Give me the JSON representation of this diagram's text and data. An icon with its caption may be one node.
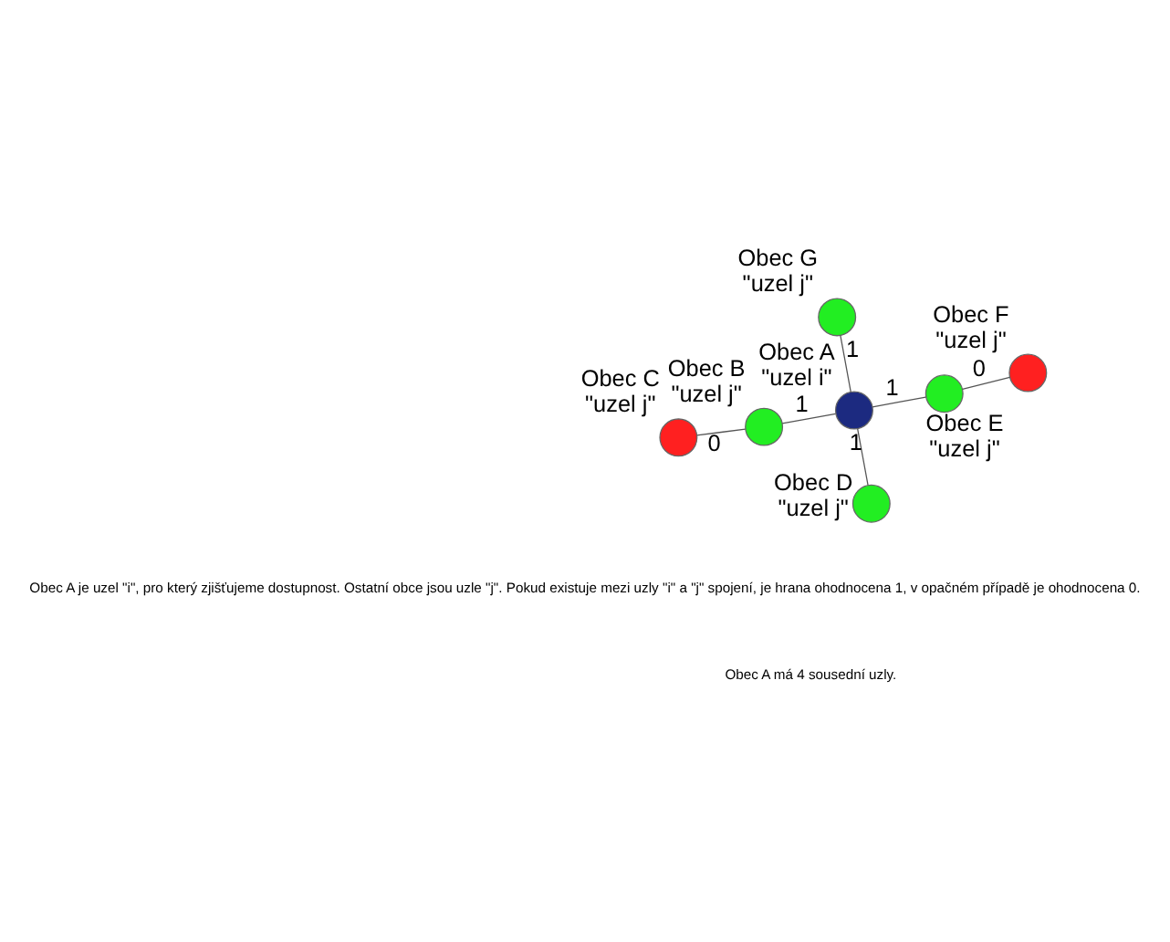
{
  "diagram": {
    "nodes": [
      {
        "text": [],
        "shape": "circle",
        "beside": [
          "Obec F",
          "\"uzel j\""
        ]
      },
      {
        "text": [],
        "shape": "circle",
        "beside": [
          "Obec E",
          "\"uzel j\""
        ]
      },
      {
        "text": [],
        "shape": "circle",
        "beside": [
          "Obec D",
          "\"uzel j\""
        ]
      },
      {
        "text": [],
        "shape": "circle",
        "beside": [
          "Obec C",
          "\"uzel j\""
        ]
      },
      {
        "text": [],
        "shape": "circle",
        "beside": [
          "Obec A",
          "\"uzel i\""
        ]
      },
      {
        "text": [],
        "shape": "circle",
        "beside": [
          "Obec G",
          "\"uzel j\""
        ]
      },
      {
        "text": [],
        "shape": "circle",
        "beside": [
          "Obec B",
          "\"uzel j\""
        ]
      }
    ],
    "edges": [
      {
        "from": 0,
        "to": 1,
        "arrow": "none",
        "label": "0"
      },
      {
        "from": 1,
        "to": 4,
        "arrow": "none",
        "label": "1"
      },
      {
        "from": 2,
        "to": 4,
        "arrow": "none",
        "label": "1"
      },
      {
        "from": 5,
        "to": 4,
        "arrow": "none",
        "label": "1"
      },
      {
        "from": 4,
        "to": 6,
        "arrow": "none",
        "label": "1"
      },
      {
        "from": 6,
        "to": 3,
        "arrow": "none",
        "label": "0"
      }
    ],
    "labels": [
      "Obec A je uzel \"i\", pro který zjišťujeme dostupnost. Ostatní obce jsou uzle \"j\". Pokud existuje mezi uzly \"i\" a \"j\" spojení, je hrana ohodnocena 1, v opačném případě je ohodnocena 0.",
      "Obec A má 4 sousední uzly."
    ]
  }
}
